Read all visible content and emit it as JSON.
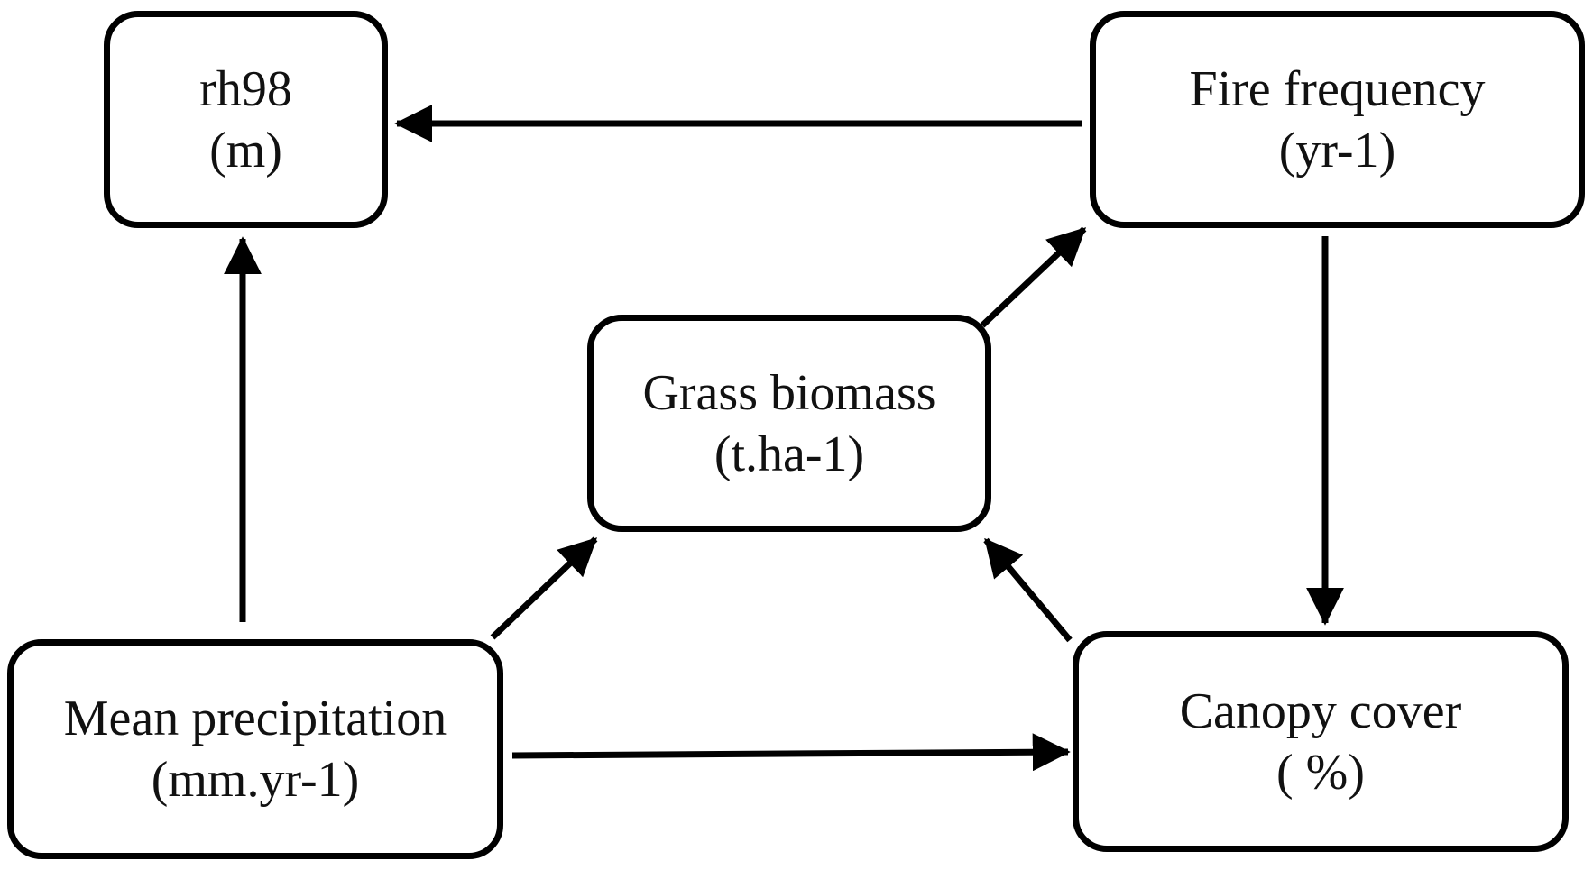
{
  "diagram": {
    "nodes": {
      "rh98": {
        "label": "rh98",
        "unit": "(m)"
      },
      "fire_frequency": {
        "label": "Fire frequency",
        "unit": "(yr-1)"
      },
      "grass_biomass": {
        "label": "Grass biomass",
        "unit": "(t.ha-1)"
      },
      "mean_precipitation": {
        "label": "Mean precipitation",
        "unit": "(mm.yr-1)"
      },
      "canopy_cover": {
        "label": "Canopy cover",
        "unit": "( %)"
      }
    },
    "edges": [
      {
        "from": "fire_frequency",
        "to": "rh98"
      },
      {
        "from": "mean_precipitation",
        "to": "rh98"
      },
      {
        "from": "grass_biomass",
        "to": "fire_frequency"
      },
      {
        "from": "fire_frequency",
        "to": "canopy_cover"
      },
      {
        "from": "mean_precipitation",
        "to": "grass_biomass"
      },
      {
        "from": "canopy_cover",
        "to": "grass_biomass"
      },
      {
        "from": "mean_precipitation",
        "to": "canopy_cover"
      }
    ],
    "colors": {
      "stroke": "#000000",
      "text": "#111111",
      "background": "#ffffff"
    }
  }
}
